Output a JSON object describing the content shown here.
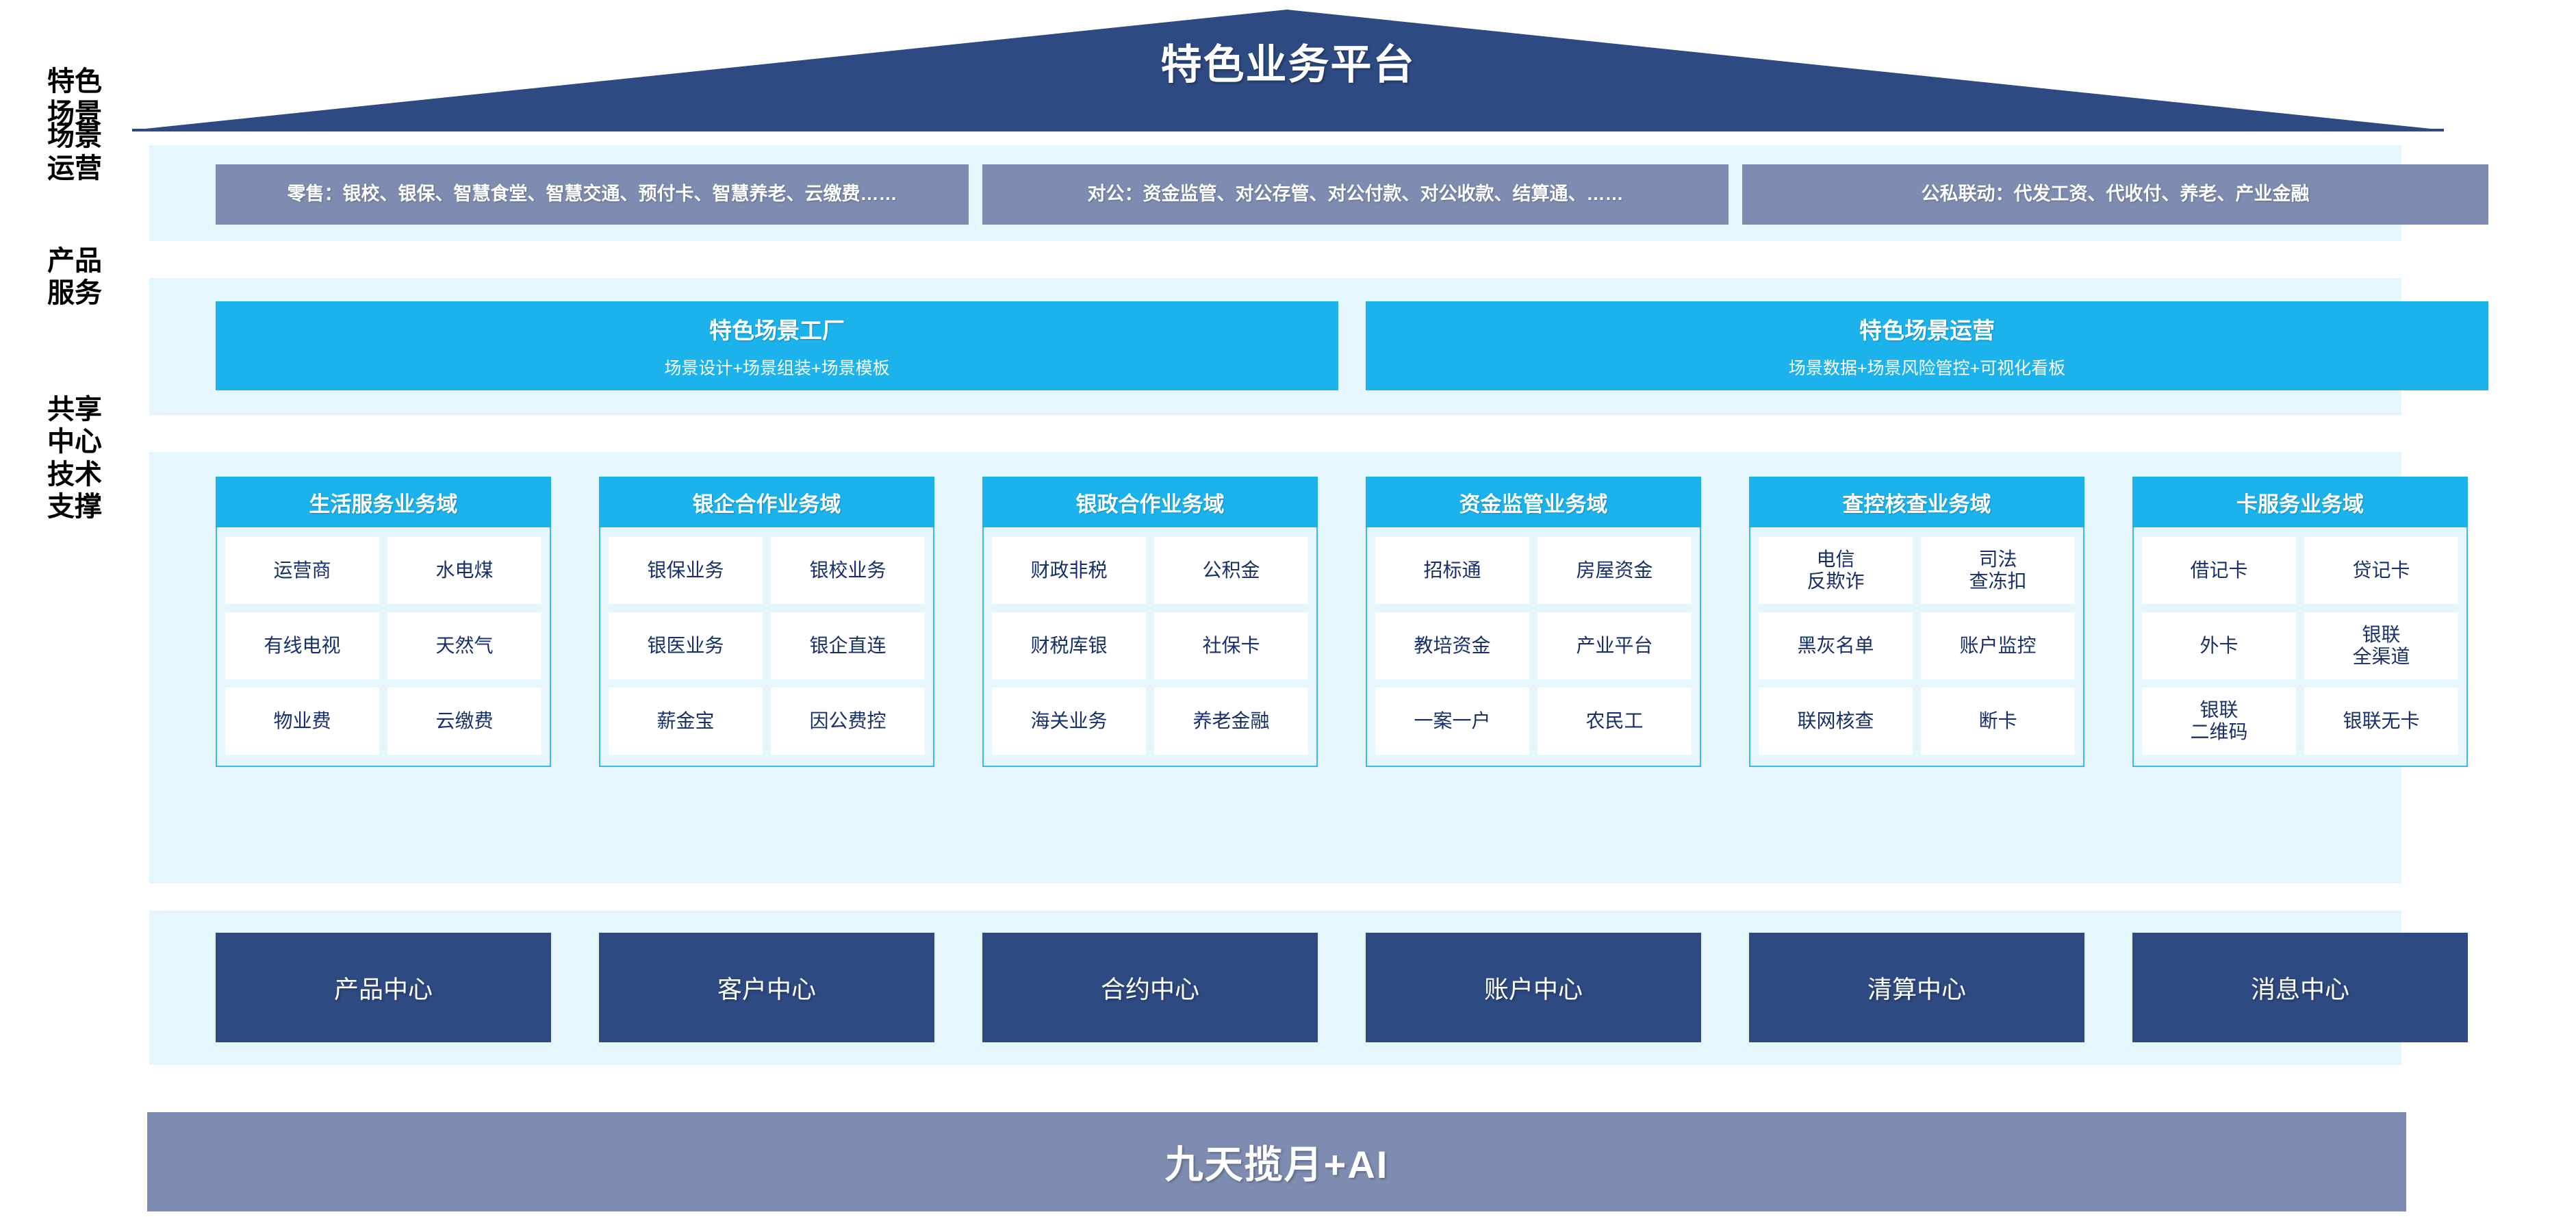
{
  "header": {
    "title": "特色业务平台"
  },
  "row_labels": [
    {
      "id": "feature-scene",
      "text": "特色\n场景"
    },
    {
      "id": "scene-operation",
      "text": "场景\n运营"
    },
    {
      "id": "product-service",
      "text": "产品\n服务"
    },
    {
      "id": "shared-center",
      "text": "共享\n中心"
    },
    {
      "id": "tech-support",
      "text": "技术\n支撑"
    }
  ],
  "feature_scenes": [
    {
      "label": "零售：银校、银保、智慧食堂、智慧交通、预付卡、智慧养老、云缴费……"
    },
    {
      "label": "对公：资金监管、对公存管、对公付款、对公收款、结算通、……"
    },
    {
      "label": "公私联动：代发工资、代收付、养老、产业金融"
    }
  ],
  "scene_operations": [
    {
      "title": "特色场景工厂",
      "subtitle": "场景设计+场景组装+场景模板"
    },
    {
      "title": "特色场景运营",
      "subtitle": "场景数据+场景风险管控+可视化看板"
    }
  ],
  "business_domains": [
    {
      "title": "生活服务业务域",
      "items": [
        "运营商",
        "水电煤",
        "有线电视",
        "天然气",
        "物业费",
        "云缴费"
      ]
    },
    {
      "title": "银企合作业务域",
      "items": [
        "银保业务",
        "银校业务",
        "银医业务",
        "银企直连",
        "薪金宝",
        "因公费控"
      ]
    },
    {
      "title": "银政合作业务域",
      "items": [
        "财政非税",
        "公积金",
        "财税库银",
        "社保卡",
        "海关业务",
        "养老金融"
      ]
    },
    {
      "title": "资金监管业务域",
      "items": [
        "招标通",
        "房屋资金",
        "教培资金",
        "产业平台",
        "一案一户",
        "农民工"
      ]
    },
    {
      "title": "查控核查业务域",
      "items": [
        "电信\n反欺诈",
        "司法\n查冻扣",
        "黑灰名单",
        "账户监控",
        "联网核查",
        "断卡"
      ]
    },
    {
      "title": "卡服务业务域",
      "items": [
        "借记卡",
        "贷记卡",
        "外卡",
        "银联\n全渠道",
        "银联\n二维码",
        "银联无卡"
      ]
    }
  ],
  "shared_centers": [
    {
      "label": "产品中心"
    },
    {
      "label": "客户中心"
    },
    {
      "label": "合约中心"
    },
    {
      "label": "账户中心"
    },
    {
      "label": "清算中心"
    },
    {
      "label": "消息中心"
    }
  ],
  "tech_support": {
    "label": "九天揽月+AI"
  },
  "colors": {
    "roof_navy": "#2e4a82",
    "band_pale_blue": "#e6f6fd",
    "scene_slate": "#7d8cb0",
    "cyan": "#1cb3ec",
    "card_border": "#3fb9ef",
    "cell_text_navy": "#17306b",
    "shared_navy": "#2e4a82",
    "tech_slate": "#7d8cb0",
    "white": "#ffffff"
  }
}
